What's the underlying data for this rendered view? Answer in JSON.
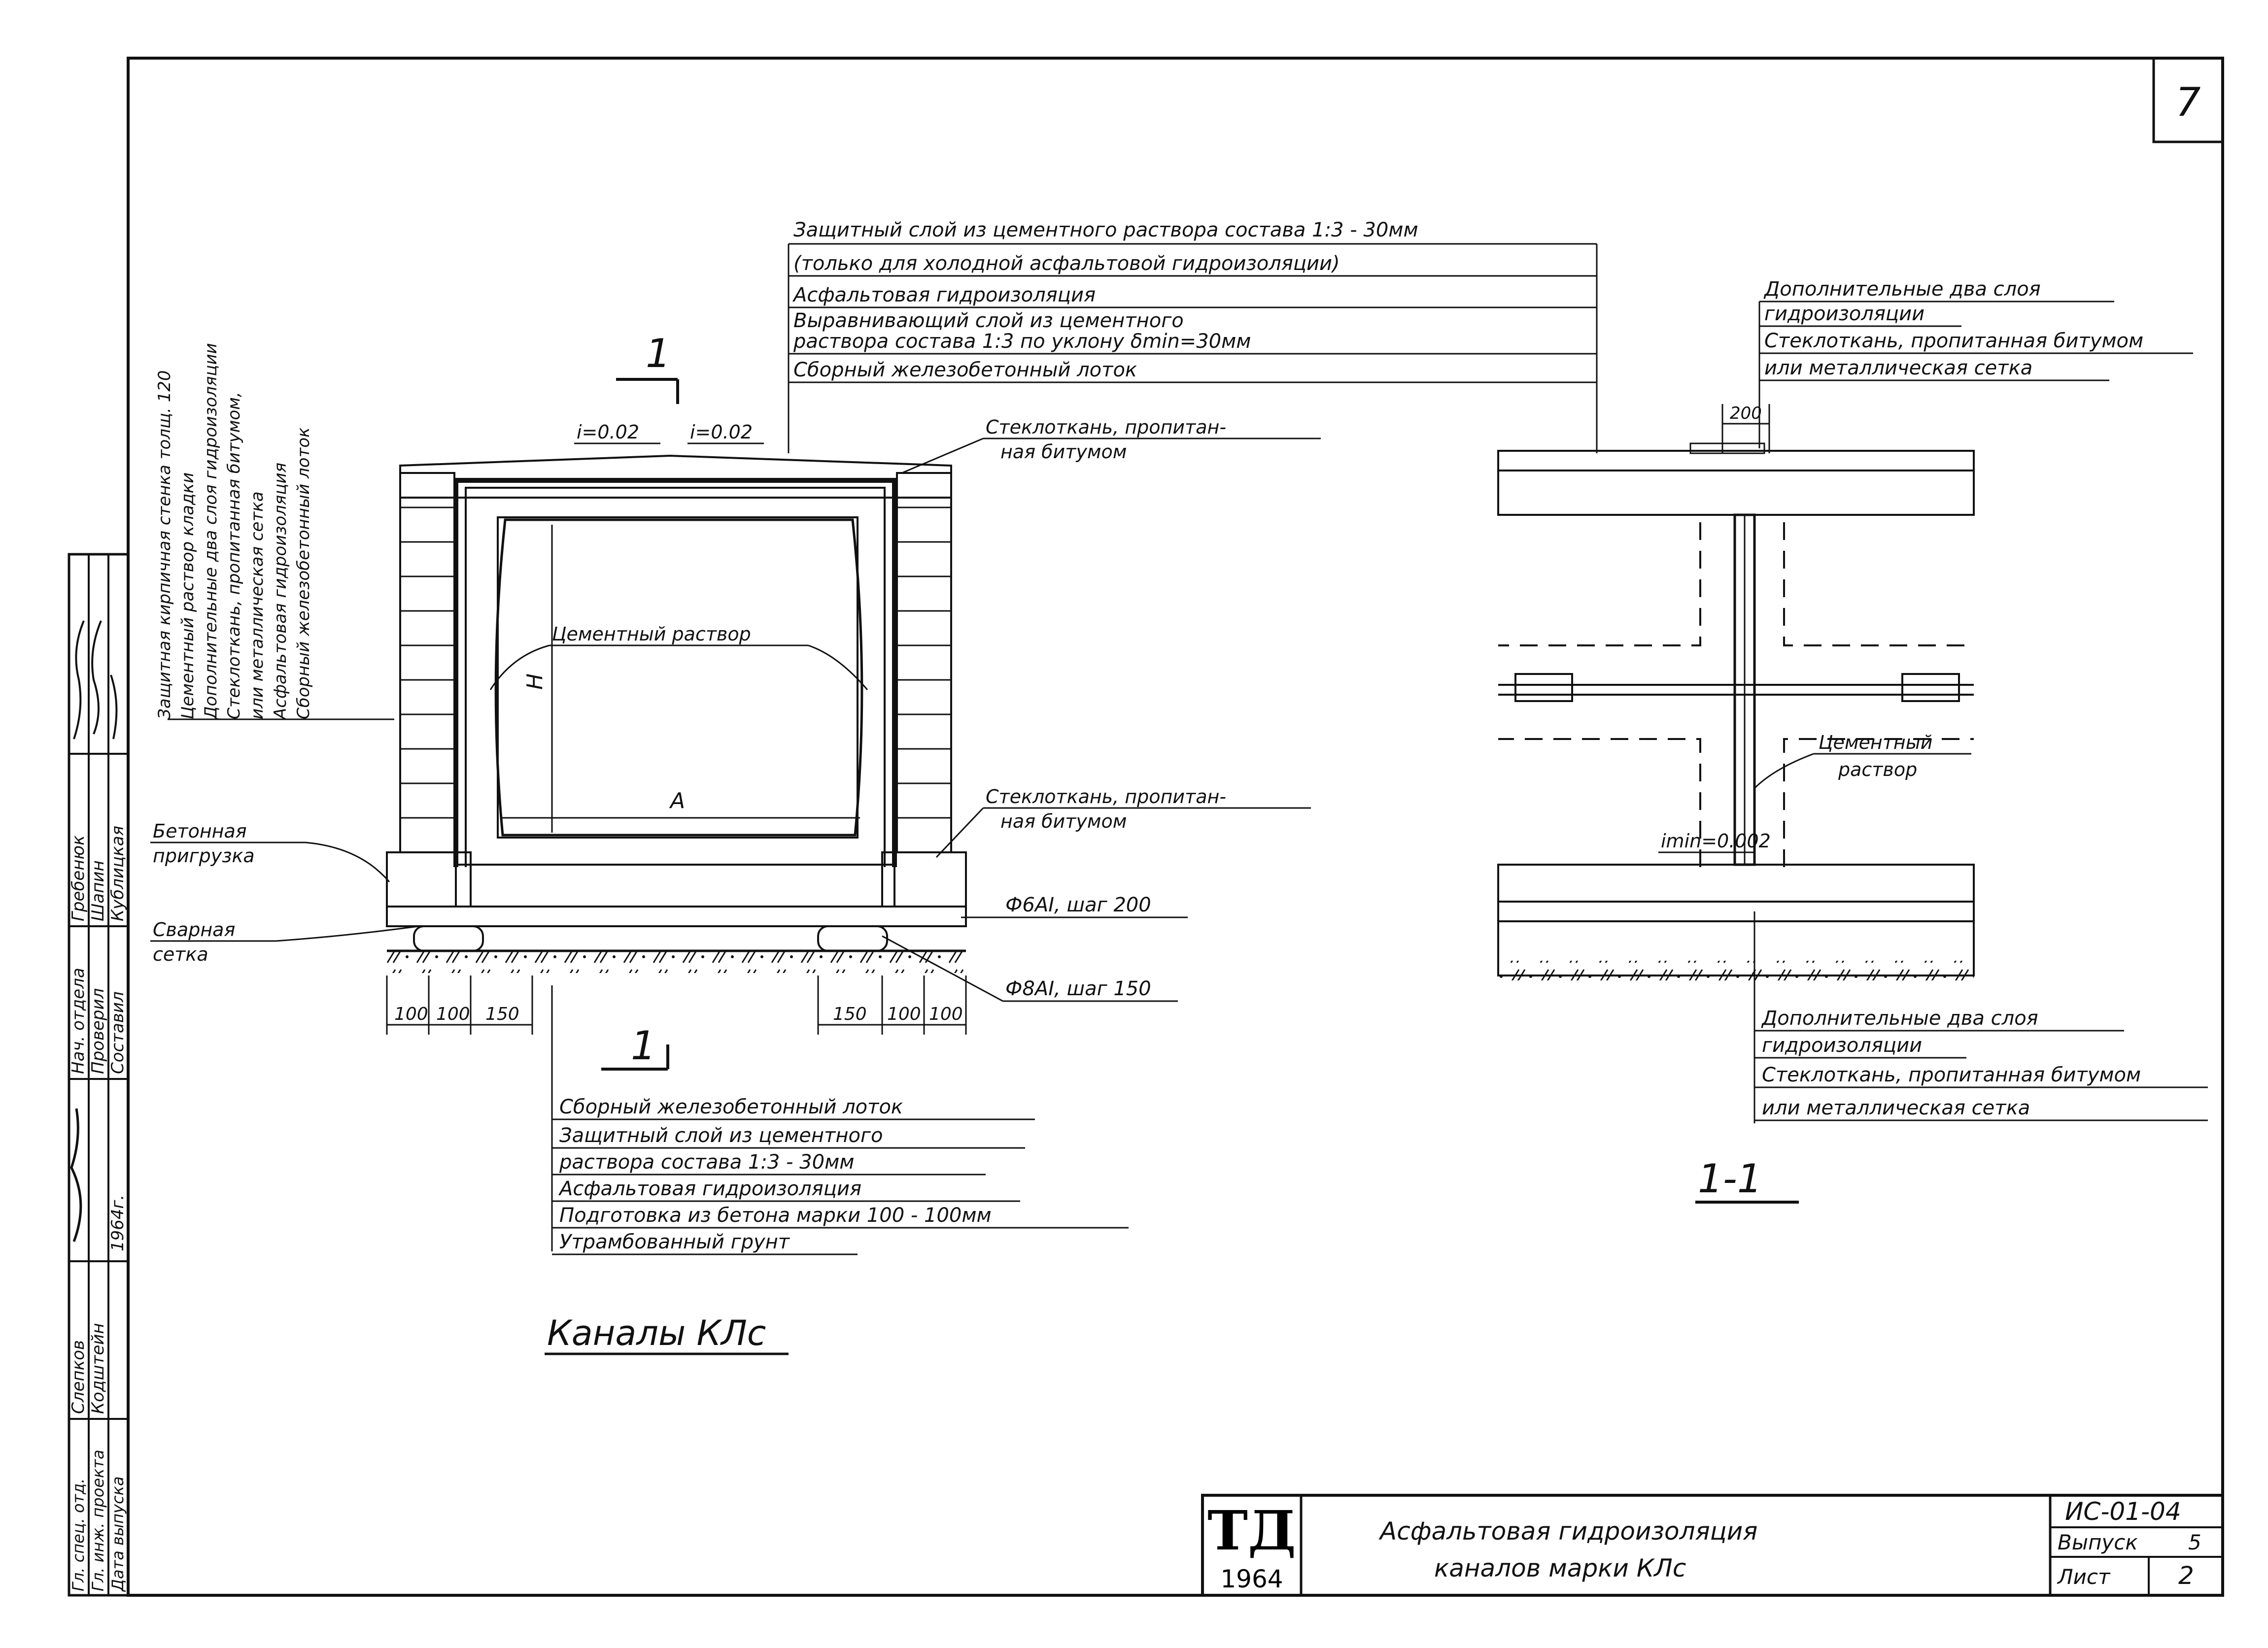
{
  "sheet": {
    "page_number": "7",
    "section_title": "Каналы КЛс",
    "section_mark_1": "1",
    "section_label": "1-1"
  },
  "left_section": {
    "slope_left": "i=0.02",
    "slope_right": "i=0.02",
    "height_label": "H",
    "width_label": "A",
    "cement_mortar": "Цементный раствор",
    "glass_fabric_top": [
      "Стеклоткань, пропитан-",
      "ная битумом"
    ],
    "glass_fabric_bottom": [
      "Стеклоткань, пропитан-",
      "ная битумом"
    ],
    "concrete_ballast": [
      "Бетонная",
      "пригрузка"
    ],
    "welded_mesh": [
      "Сварная",
      "сетка"
    ],
    "rebar_1": "Ф6АI, шаг 200",
    "rebar_2": "Ф8АI, шаг 150",
    "dims_left": [
      "100",
      "100",
      "150"
    ],
    "dims_right": [
      "150",
      "100",
      "100"
    ]
  },
  "vertical_callouts": [
    "Защитная кирпичная стенка толщ. 120",
    "Цементный раствор кладки",
    "Дополнительные два слоя гидроизоляции",
    "Стеклоткань, пропитанная битумом,",
    "или металлическая сетка",
    "Асфальтовая гидроизоляция",
    "Сборный железобетонный лоток"
  ],
  "top_layers": [
    "Защитный слой из цементного раствора состава 1:3 - 30мм",
    "(только для холодной асфальтовой гидроизоляции)",
    "Асфальтовая гидроизоляция",
    "Выравнивающий слой из цементного",
    "раствора состава 1:3 по уклону δmin=30мм",
    "Сборный железобетонный лоток"
  ],
  "bottom_layers": [
    "Сборный железобетонный лоток",
    "Защитный слой из цементного",
    "раствора состава 1:3 - 30мм",
    "Асфальтовая гидроизоляция",
    "Подготовка из бетона марки 100 - 100мм",
    "Утрамбованный грунт"
  ],
  "right_section": {
    "top_callout": [
      "Дополнительные два слоя",
      "гидроизоляции",
      "Стеклоткань, пропитанная битумом",
      "или металлическая сетка"
    ],
    "dim_200": "200",
    "cement_mortar": [
      "Цементный",
      "раствор"
    ],
    "slope": "imin=0.002",
    "bottom_callout": [
      "Дополнительные два слоя",
      "гидроизоляции",
      "Стеклоткань, пропитанная битумом",
      "или металлическая сетка"
    ]
  },
  "stamp": {
    "rows": [
      [
        "Нач. отдела",
        "Гребенюк",
        ""
      ],
      [
        "Проверил",
        "Шапин",
        ""
      ],
      [
        "Составил",
        "Кублицкая",
        ""
      ],
      [
        "Гл. спец. отд.",
        "Слепков",
        ""
      ],
      [
        "Гл. инж. проекта",
        "Кодштейн",
        ""
      ],
      [
        "Дата выпуска",
        "",
        "1964г."
      ]
    ]
  },
  "title_block": {
    "logo": "ТД",
    "year": "1964",
    "title_line1": "Асфальтовая гидроизоляция",
    "title_line2": "каналов марки КЛс",
    "code": "ИС-01-04",
    "issue_label": "Выпуск",
    "issue": "5",
    "sheet_label": "Лист",
    "sheet": "2"
  }
}
